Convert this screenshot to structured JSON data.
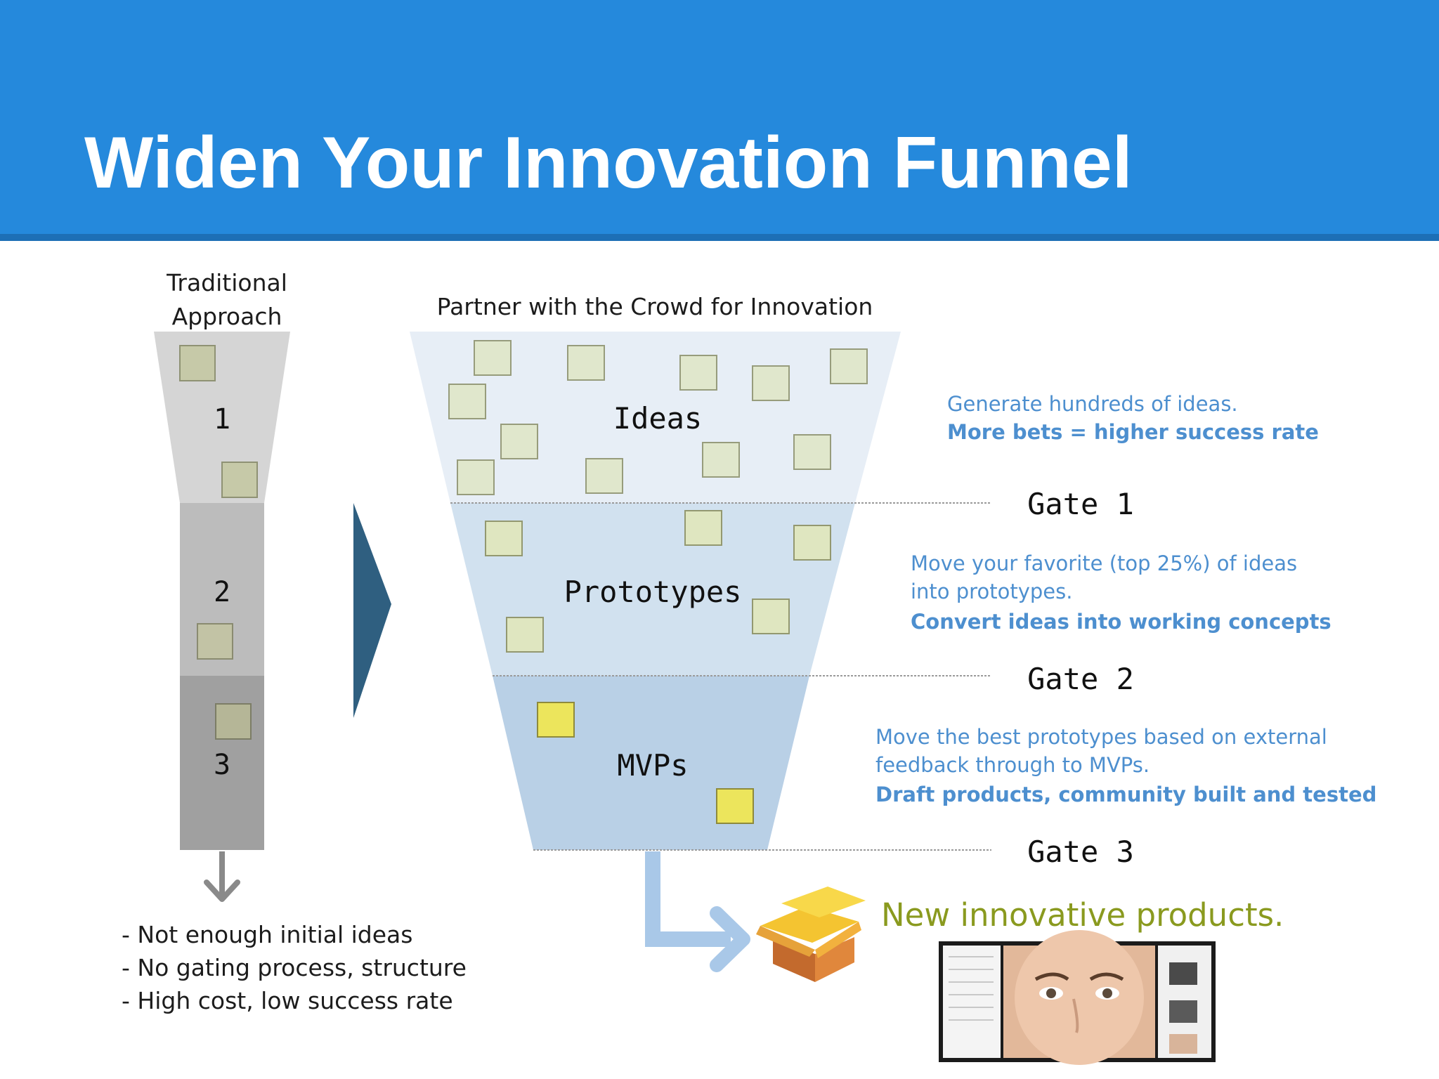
{
  "title": "Widen Your Innovation Funnel",
  "traditional": {
    "heading_line1": "Traditional",
    "heading_line2": "Approach",
    "stages": [
      "1",
      "2",
      "3"
    ],
    "drawbacks": [
      "- Not enough initial ideas",
      "- No gating process, structure",
      "- High cost, low success rate"
    ]
  },
  "crowd": {
    "heading": "Partner with the Crowd for Innovation",
    "stages": [
      "Ideas",
      "Prototypes",
      "MVPs"
    ],
    "gates": [
      "Gate 1",
      "Gate 2",
      "Gate 3"
    ],
    "notes": {
      "ideas": {
        "line1": "Generate hundreds of ideas.",
        "line2": "More bets = higher success rate"
      },
      "prototypes": {
        "line1": "Move your favorite (top 25%) of ideas",
        "line2": "into prototypes.",
        "line3": "Convert ideas into working concepts"
      },
      "mvps": {
        "line1": "Move the best prototypes based on external",
        "line2": "feedback through to MVPs.",
        "line3": "Draft products, community built and tested"
      }
    },
    "outcome": "New innovative products."
  },
  "colors": {
    "header": "#2589dc",
    "note_text": "#4d8fcf",
    "outcome_text": "#8a9a1f",
    "arrow_dark": "#2f5f80",
    "arrow_light": "#a9c8e8"
  },
  "icons": [
    "chevron-right-icon",
    "down-arrow-icon",
    "corner-arrow-icon",
    "product-box-icon"
  ]
}
